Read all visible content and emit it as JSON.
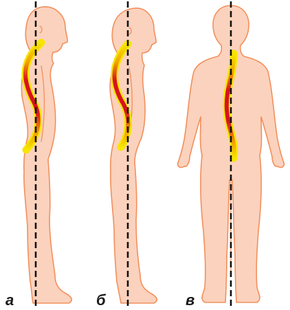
{
  "panels": [
    {
      "id": "a",
      "label": "а"
    },
    {
      "id": "b",
      "label": "б"
    },
    {
      "id": "v",
      "label": "в"
    }
  ],
  "colors": {
    "skin": "#fbd2bd",
    "outline": "#f28f5c",
    "spine_core": "#d8121f",
    "spine_halo": "#f6e600",
    "axis": "#111111"
  }
}
